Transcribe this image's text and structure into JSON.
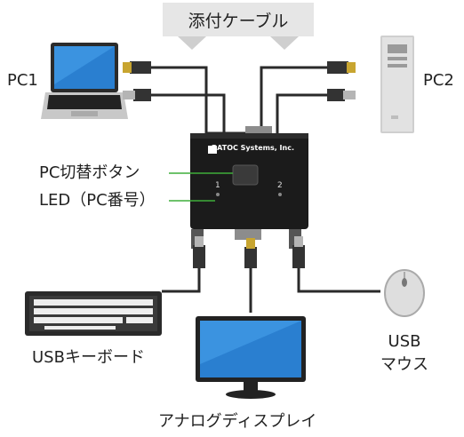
{
  "labels": {
    "cable_banner": "添付ケーブル",
    "pc1": "PC1",
    "pc2": "PC2",
    "switch_button": "PC切替ボタン",
    "led": "LED（PC番号）",
    "usb_keyboard": "USBキーボード",
    "usb_mouse_line1": "USB",
    "usb_mouse_line2": "マウス",
    "analog_display": "アナログディスプレイ"
  },
  "device": {
    "brand": "RATOC Systems, Inc.",
    "port_1": "1",
    "port_2": "2"
  },
  "colors": {
    "cable": "#2a2a2a",
    "callout_line": "#3fae3a",
    "device_body": "#1b1b1b",
    "banner_bg": "#e6e6e6",
    "banner_arrow": "#cfcfcf"
  },
  "icons": [
    "laptop-icon",
    "pc-tower-icon",
    "kvm-switch-icon",
    "keyboard-icon",
    "mouse-icon",
    "monitor-icon",
    "hdmi-plug-icon",
    "usb-plug-icon"
  ]
}
